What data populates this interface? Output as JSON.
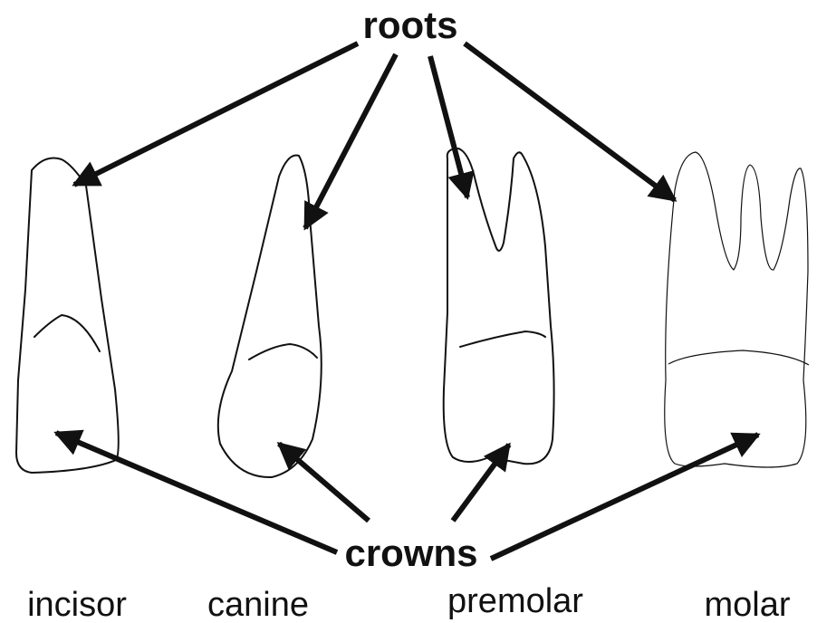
{
  "labels": {
    "roots": "roots",
    "crowns": "crowns"
  },
  "teeth": [
    {
      "key": "incisor",
      "name": "incisor"
    },
    {
      "key": "canine",
      "name": "canine"
    },
    {
      "key": "premolar",
      "name": "premolar"
    },
    {
      "key": "molar",
      "name": "molar"
    }
  ],
  "colors": {
    "ink": "#111111",
    "background": "#ffffff"
  }
}
